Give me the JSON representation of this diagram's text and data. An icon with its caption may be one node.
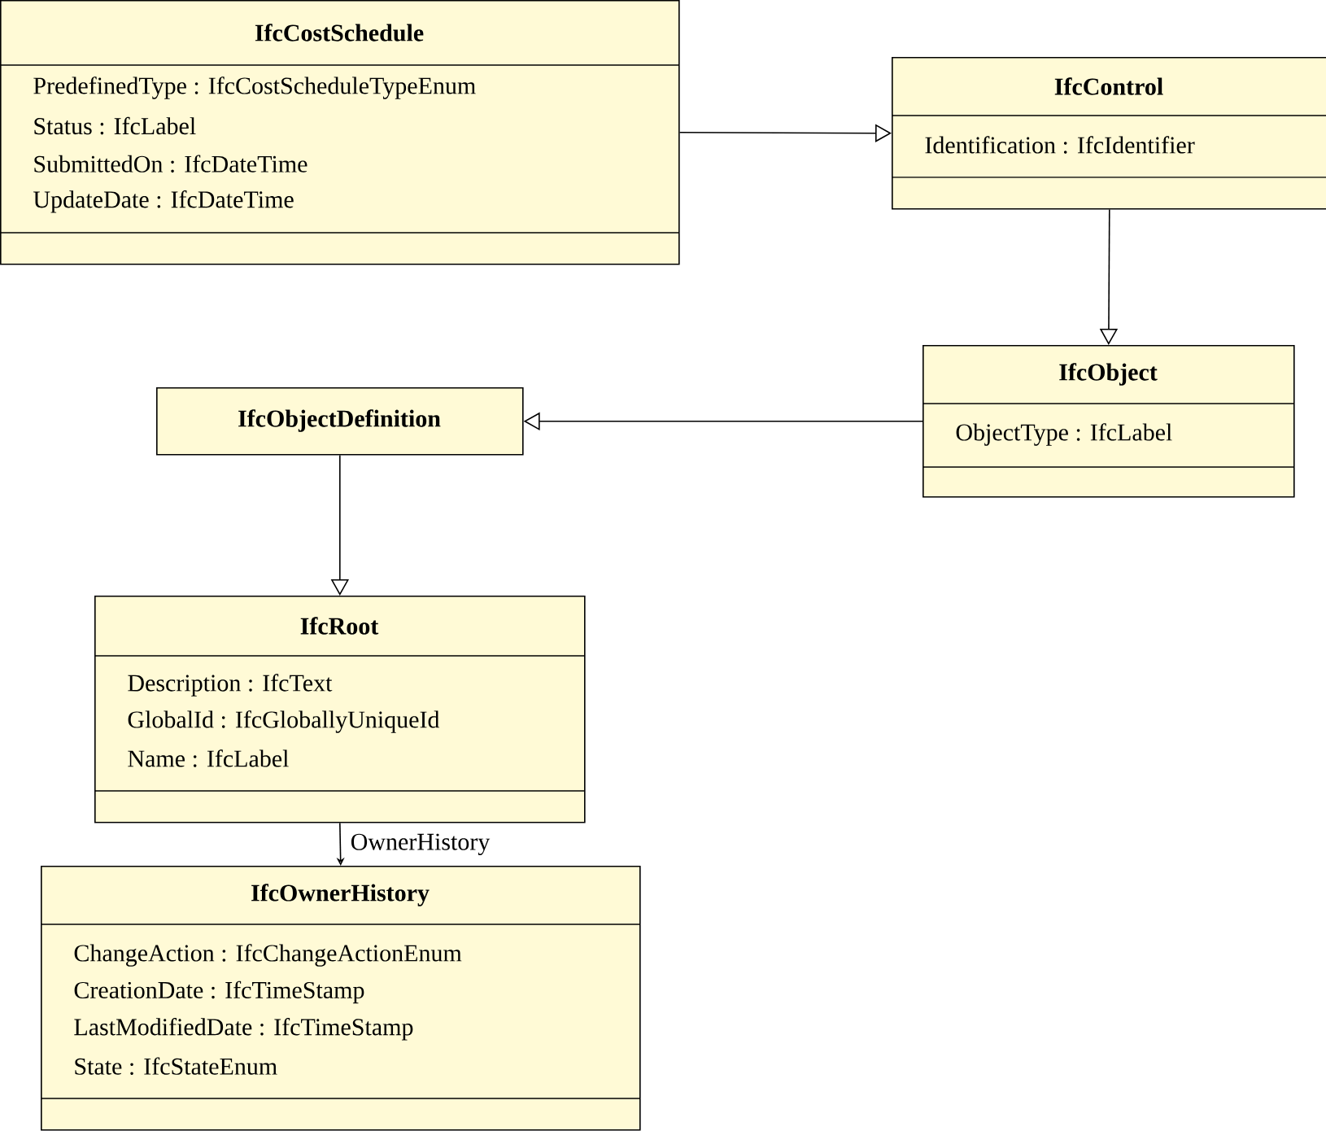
{
  "diagram": {
    "nodes": [
      {
        "text": [
          "IfcCostSchedule",
          "PredefinedType : IfcCostScheduleTypeEnum",
          "Status : IfcLabel",
          "SubmittedOn : IfcDateTime",
          "UpdateDate : IfcDateTime"
        ]
      },
      {
        "text": [
          "IfcControl",
          "Identification : IfcIdentifier"
        ]
      },
      {
        "text": [
          "IfcObject",
          "ObjectType : IfcLabel"
        ]
      },
      {
        "text": [
          "IfcObjectDefinition"
        ]
      },
      {
        "text": [
          "IfcRoot",
          "Description : IfcText",
          "GlobalId : IfcGloballyUniqueId",
          "Name : IfcLabel"
        ]
      },
      {
        "text": [
          "IfcOwnerHistory",
          "ChangeAction : IfcChangeActionEnum",
          "CreationDate : IfcTimeStamp",
          "LastModifiedDate : IfcTimeStamp",
          "State : IfcStateEnum"
        ]
      }
    ],
    "edges": [
      {
        "from": 0,
        "to": 1,
        "arrow": "to"
      },
      {
        "from": 1,
        "to": 2,
        "arrow": "to"
      },
      {
        "from": 2,
        "to": 3,
        "arrow": "to"
      },
      {
        "from": 3,
        "to": 4,
        "arrow": "to"
      },
      {
        "from": 4,
        "to": 5,
        "arrow": "to",
        "label": "OwnerHistory"
      }
    ]
  }
}
